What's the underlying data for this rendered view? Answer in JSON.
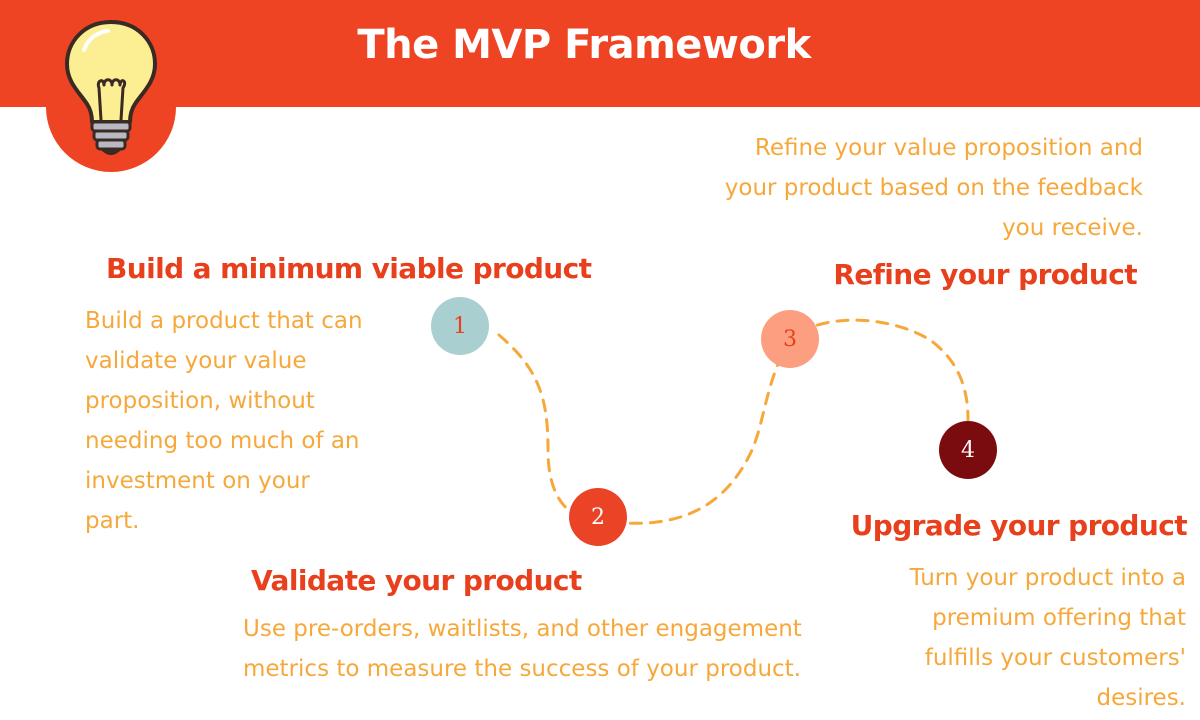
{
  "title": "The MVP Framework",
  "icons": {
    "badge": "lightbulb-icon"
  },
  "colors": {
    "banner": "#ee4423",
    "heading": "#e8401c",
    "description": "#f6a83a",
    "path": "#f6a83a",
    "step1": "#a9cfd0",
    "step2": "#ea4326",
    "step3": "#fc9f80",
    "step4": "#7a0c10"
  },
  "steps": [
    {
      "number": "1",
      "heading": "Build a minimum viable product",
      "description": [
        "Build a product that can",
        "validate your value",
        "proposition, without",
        "needing too much of an",
        "investment on your",
        "part."
      ]
    },
    {
      "number": "2",
      "heading": "Validate your product",
      "description": [
        "Use pre-orders, waitlists, and other engagement",
        "metrics to measure the success of your product."
      ]
    },
    {
      "number": "3",
      "heading": "Refine your product",
      "description": [
        "Refine your value proposition and",
        "your product based on the feedback",
        "you receive."
      ]
    },
    {
      "number": "4",
      "heading": "Upgrade your product",
      "description": [
        "Turn your product into a",
        "premium offering that",
        "fulfills your customers'",
        "desires."
      ]
    }
  ]
}
